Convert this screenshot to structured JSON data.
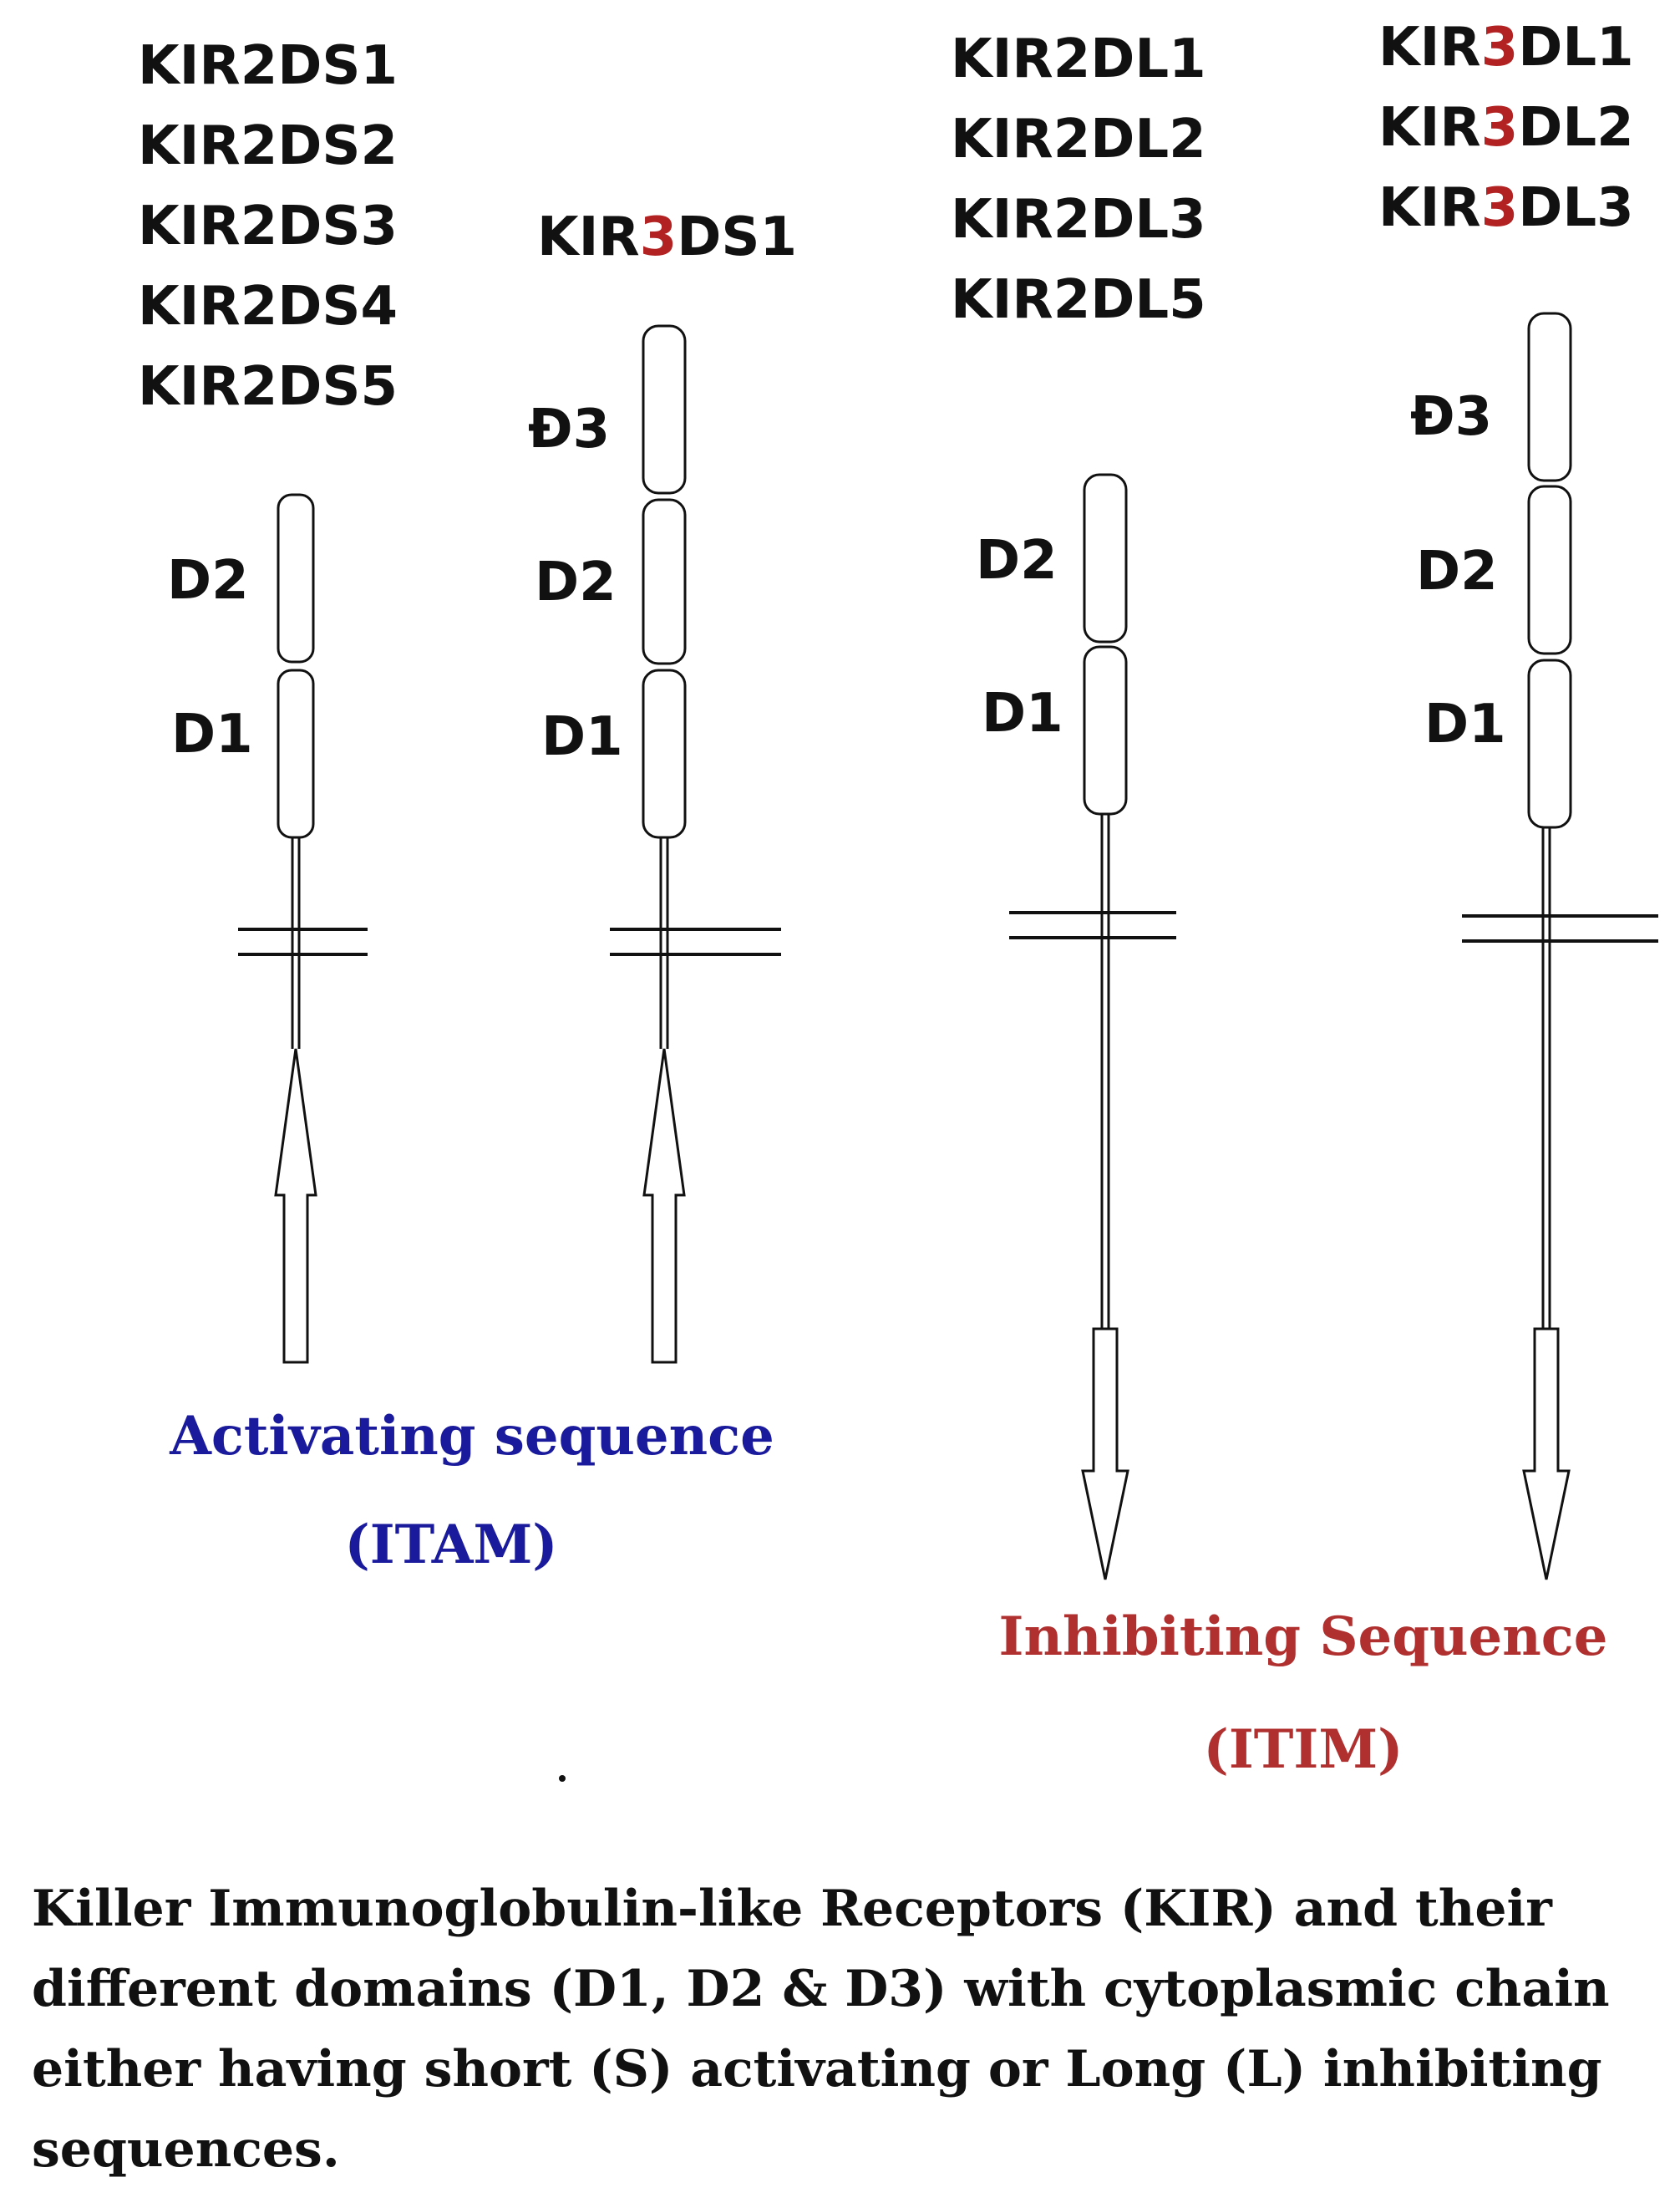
{
  "figure": {
    "groups": [
      {
        "id": "kir2ds",
        "labels": [
          {
            "prefix": "KIR",
            "digit": "2",
            "suffix": "DS1"
          },
          {
            "prefix": "KIR",
            "digit": "2",
            "suffix": "DS2"
          },
          {
            "prefix": "KIR",
            "digit": "2",
            "suffix": "DS3"
          },
          {
            "prefix": "KIR",
            "digit": "2",
            "suffix": "DS4"
          },
          {
            "prefix": "KIR",
            "digit": "2",
            "suffix": "DS5"
          }
        ],
        "domains": [
          "D2",
          "D1"
        ]
      },
      {
        "id": "kir3ds",
        "labels": [
          {
            "prefix": "KIR",
            "digit": "3",
            "suffix": "DS1"
          }
        ],
        "domains": [
          "Đ3",
          "D2",
          "D1"
        ]
      },
      {
        "id": "kir2dl",
        "labels": [
          {
            "prefix": "KIR",
            "digit": "2",
            "suffix": "DL1"
          },
          {
            "prefix": "KIR",
            "digit": "2",
            "suffix": "DL2"
          },
          {
            "prefix": "KIR",
            "digit": "2",
            "suffix": "DL3"
          },
          {
            "prefix": "KIR",
            "digit": "2",
            "suffix": "DL5"
          }
        ],
        "domains": [
          "D2",
          "D1"
        ]
      },
      {
        "id": "kir3dl",
        "labels": [
          {
            "prefix": "KIR",
            "digit": "3",
            "suffix": "DL1"
          },
          {
            "prefix": "KIR",
            "digit": "3",
            "suffix": "DL2"
          },
          {
            "prefix": "KIR",
            "digit": "3",
            "suffix": "DL3"
          }
        ],
        "domains": [
          "Đ3",
          "D2",
          "D1"
        ]
      }
    ],
    "activating": {
      "label": "Activating sequence",
      "abbr": "(ITAM)"
    },
    "inhibiting": {
      "label": "Inhibiting Sequence",
      "abbr": "(ITIM)"
    },
    "caption": "Killer Immunoglobulin-like Receptors (KIR) and their different domains (D1, D2 & D3) with cytoplasmic chain either having short (S) activating or Long (L) inhibiting sequences."
  },
  "colors": {
    "text": "#111111",
    "three_highlight": "#b22222",
    "activating": "#1a1a9c",
    "inhibiting": "#b03030"
  }
}
